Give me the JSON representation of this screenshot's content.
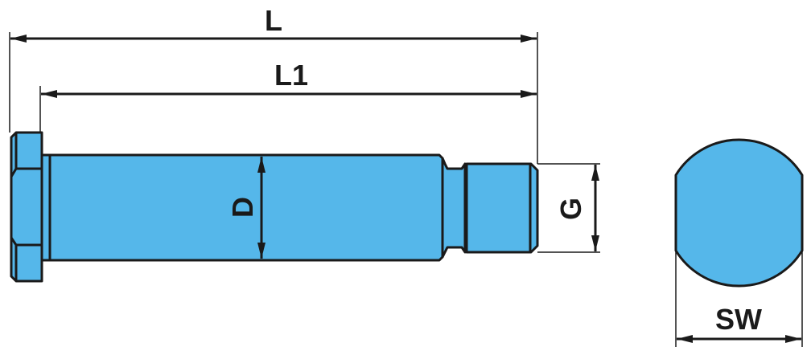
{
  "labels": {
    "length": "L",
    "length1": "L1",
    "diameter": "D",
    "thread": "G",
    "width_across_flats": "SW"
  },
  "colors": {
    "part_fill": "#55b7ea",
    "outline": "#1a1a1a"
  }
}
